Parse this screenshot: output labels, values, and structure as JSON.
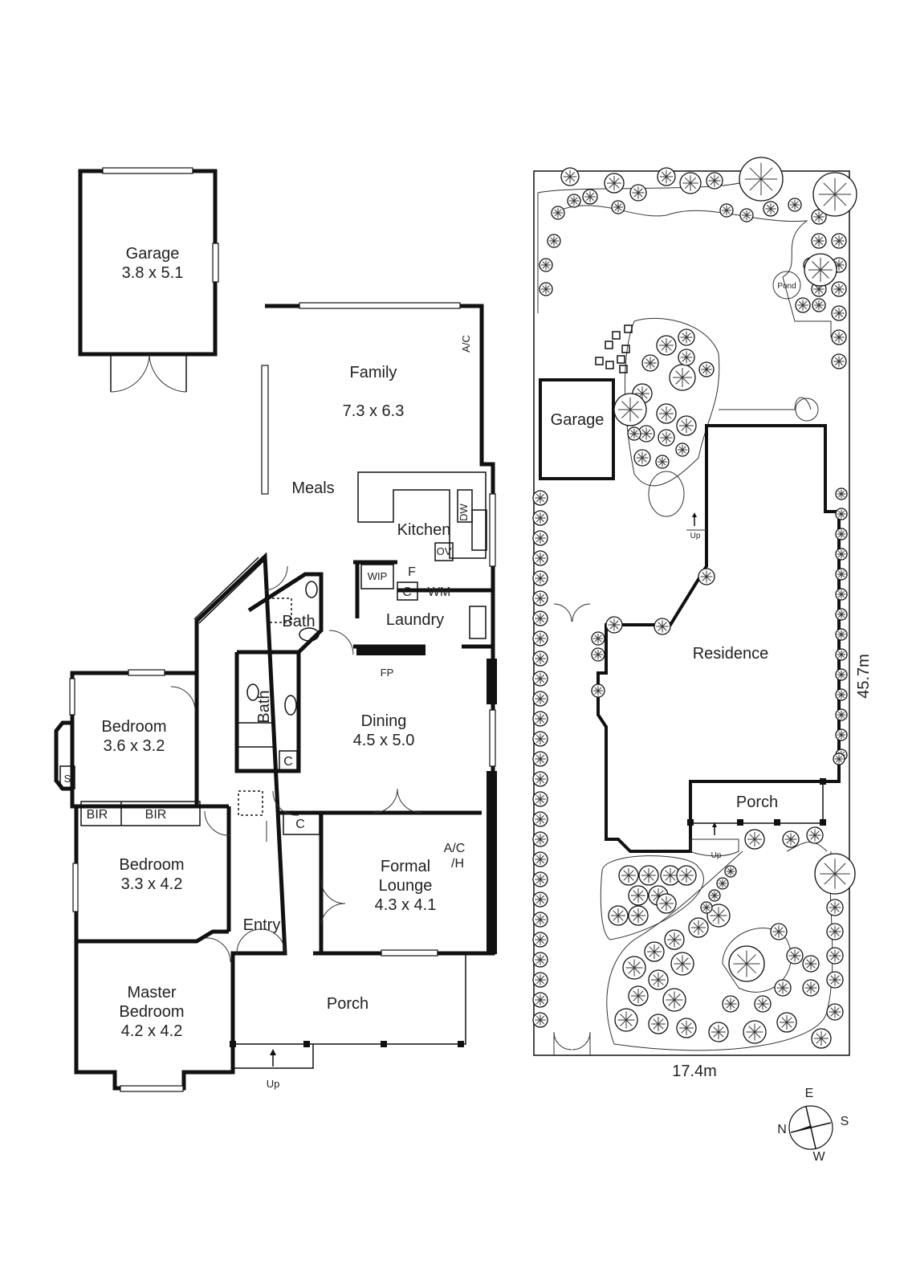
{
  "floorplan": {
    "rooms": {
      "garage": {
        "name": "Garage",
        "dims": "3.8 x 5.1"
      },
      "family": {
        "name": "Family",
        "dims": "7.3 x 6.3"
      },
      "meals": {
        "name": "Meals"
      },
      "kitchen": {
        "name": "Kitchen"
      },
      "laundry": {
        "name": "Laundry"
      },
      "bath_1": {
        "name": "Bath"
      },
      "bath_2": {
        "name": "Bath"
      },
      "dining": {
        "name": "Dining",
        "dims": "4.5 x 5.0"
      },
      "bedroom_1": {
        "name": "Bedroom",
        "dims": "3.6 x 3.2"
      },
      "bedroom_2": {
        "name": "Bedroom",
        "dims": "3.3 x 4.2"
      },
      "master_bedroom": {
        "name_line1": "Master",
        "name_line2": "Bedroom",
        "dims": "4.2 x 4.2"
      },
      "formal_lounge": {
        "name_line1": "Formal",
        "name_line2": "Lounge",
        "dims": "4.3 x 4.1"
      },
      "entry": {
        "name": "Entry"
      },
      "porch": {
        "name": "Porch"
      }
    },
    "fixtures": {
      "ac_1": "A/C",
      "ac_heat_line1": "A/C",
      "ac_heat_line2": "/H",
      "dw": "DW",
      "ov": "OV",
      "fridge": "F",
      "wip": "WIP",
      "cupboard_1": "C",
      "cupboard_2": "C",
      "cupboard_3": "C",
      "wm": "WM",
      "fp": "FP",
      "bir_1": "BIR",
      "bir_2": "BIR",
      "s": "S",
      "up": "Up"
    }
  },
  "siteplan": {
    "garage": "Garage",
    "residence": "Residence",
    "porch": "Porch",
    "pond": "Pond",
    "up_1": "Up",
    "up_2": "Up",
    "width_dim": "17.4m",
    "length_dim": "45.7m"
  },
  "compass": {
    "north": "N",
    "east": "E",
    "south": "S",
    "west": "W"
  }
}
